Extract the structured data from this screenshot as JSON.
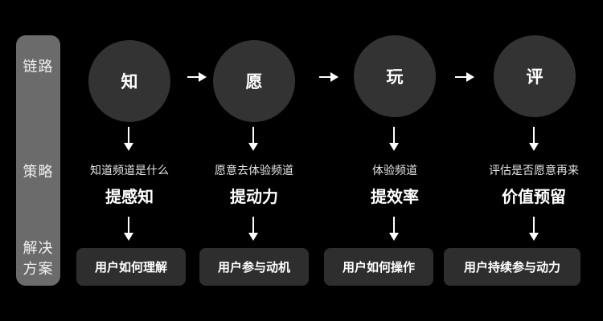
{
  "rows": {
    "chain": "链路",
    "strategy": "策略",
    "solution_line1": "解决",
    "solution_line2": "方案"
  },
  "stages": [
    {
      "node": "知",
      "subtitle": "知道频道是什么",
      "strategy": "提感知",
      "solution": "用户如何理解"
    },
    {
      "node": "愿",
      "subtitle": "愿意去体验频道",
      "strategy": "提动力",
      "solution": "用户参与动机"
    },
    {
      "node": "玩",
      "subtitle": "体验频道",
      "strategy": "提效率",
      "solution": "用户如何操作"
    },
    {
      "node": "评",
      "subtitle": "评估是否愿意再来",
      "strategy": "价值预留",
      "solution": "用户持续参与动力"
    }
  ],
  "colors": {
    "background": "#000000",
    "sidebar": "#6b6b6b",
    "node": "#333333",
    "box": "#2e2e2e",
    "arrow": "#ffffff"
  }
}
